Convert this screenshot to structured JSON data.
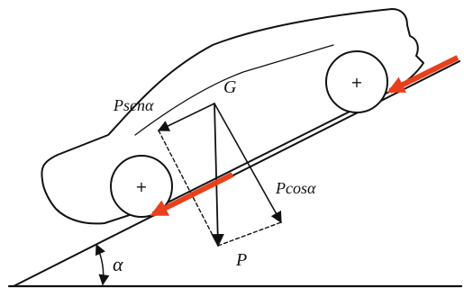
{
  "labels": {
    "center_of_gravity": "G",
    "weight": "P",
    "parallel_component": "Psenα",
    "perpendicular_component": "Pcosα",
    "angle": "α"
  },
  "colors": {
    "ink": "#111111",
    "force_arrow": "#e8401c",
    "background": "#ffffff"
  },
  "icons": {
    "wheel_hub": "plus-cross"
  }
}
